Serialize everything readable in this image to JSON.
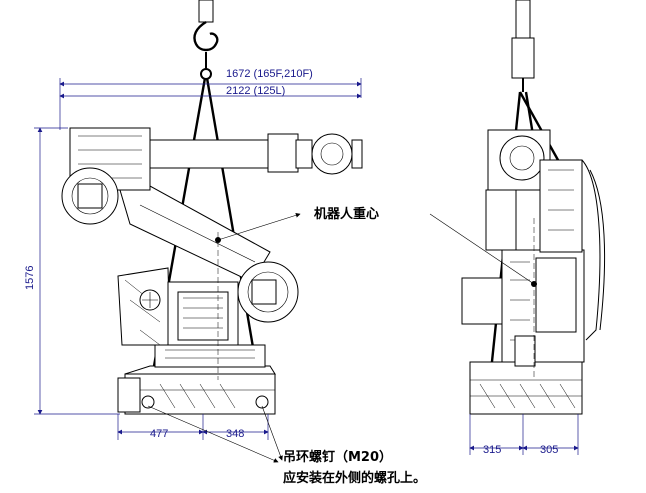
{
  "dimensions": {
    "width_top_1": "1672 (165F,210F)",
    "width_top_2": "2122 (125L)",
    "height_left": "1576",
    "base_left": "477",
    "base_right": "348",
    "side_left": "315",
    "side_right": "305"
  },
  "labels": {
    "center_of_gravity": "机器人重心",
    "eyebolt_line1": "吊环螺钉（M20）",
    "eyebolt_line2": "应安装在外侧的螺孔上。"
  }
}
